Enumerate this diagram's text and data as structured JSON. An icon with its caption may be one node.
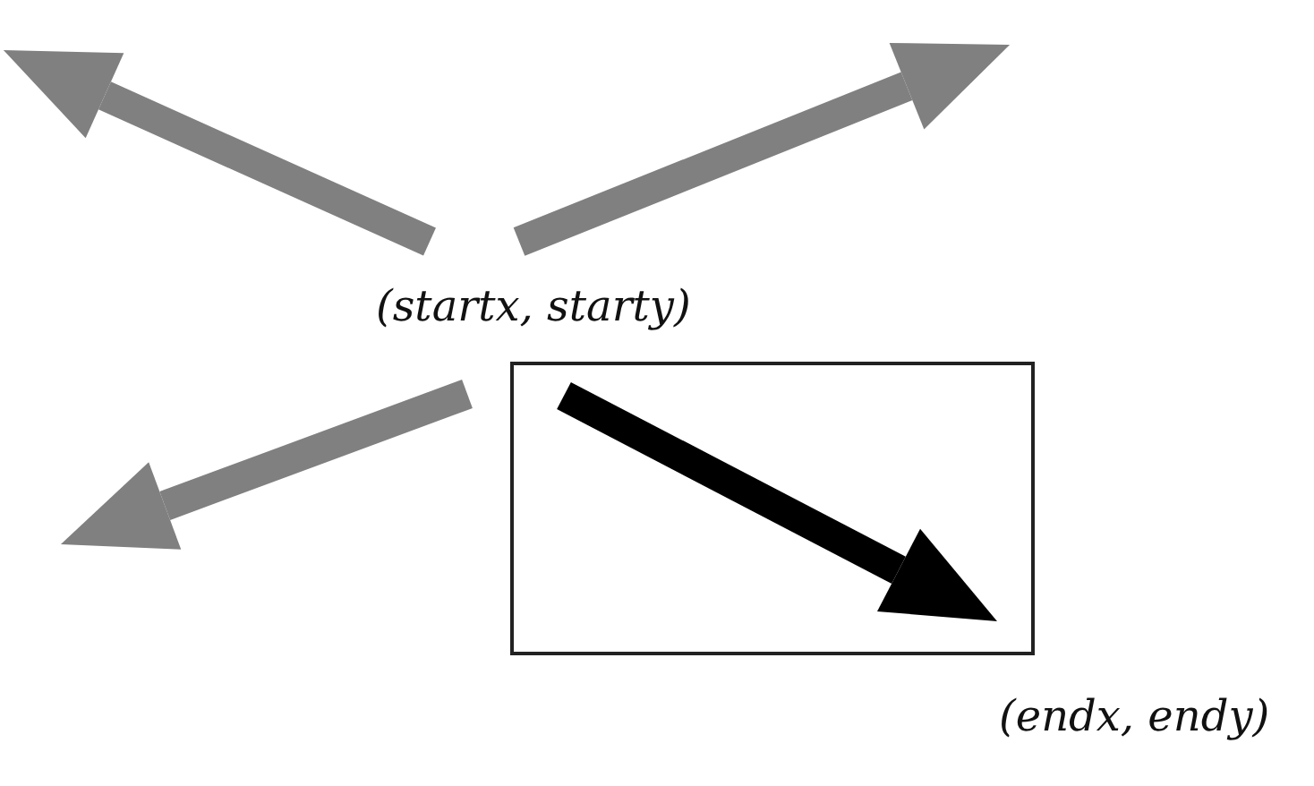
{
  "diagram": {
    "nodes": [
      {
        "text": [
          "(startx, starty)"
        ]
      },
      {
        "text": [
          "(endx, endy)"
        ]
      }
    ],
    "edges": [
      {
        "from": 0,
        "to": null,
        "arrow": "to"
      },
      {
        "from": 0,
        "to": null,
        "arrow": "to"
      },
      {
        "from": 0,
        "to": null,
        "arrow": "to"
      },
      {
        "from": 0,
        "to": 1,
        "arrow": "to",
        "color": "#000000"
      }
    ]
  }
}
